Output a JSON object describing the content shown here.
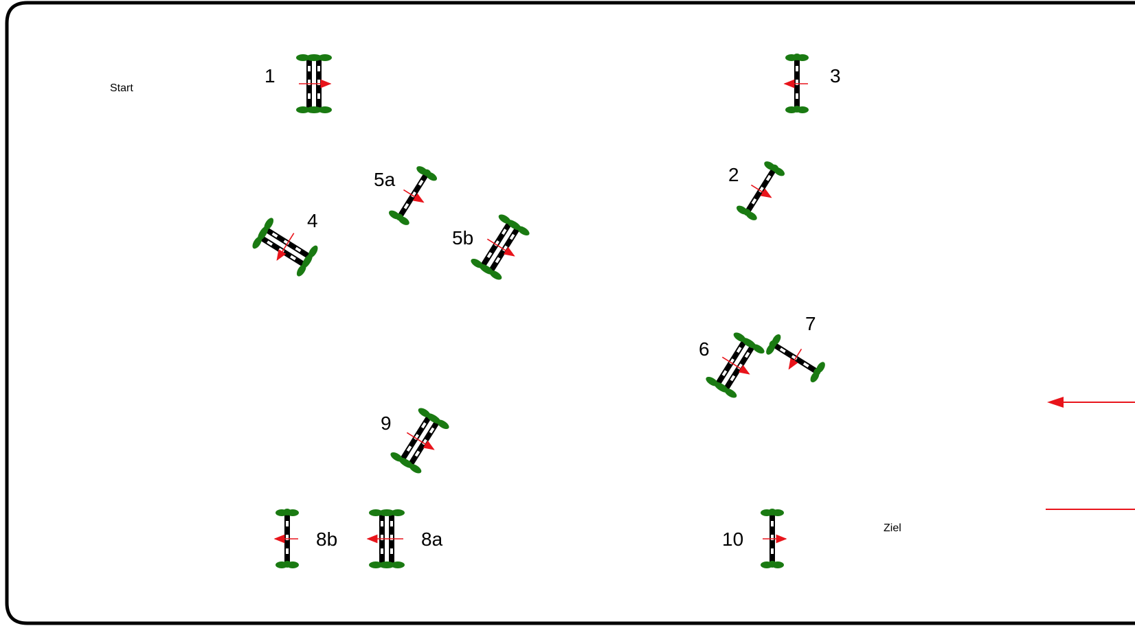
{
  "course": {
    "start_label": "Start",
    "finish_label": "Ziel",
    "colors": {
      "pole": "#000000",
      "pole_stripe": "#ffffff",
      "wing": "#1a7a12",
      "arrow": "#e8141b",
      "border": "#000000"
    },
    "obstacles": [
      {
        "number": "1",
        "type": "oxer",
        "direction": "right"
      },
      {
        "number": "2",
        "type": "vertical",
        "direction": "down-right"
      },
      {
        "number": "3",
        "type": "vertical",
        "direction": "left"
      },
      {
        "number": "4",
        "type": "oxer",
        "direction": "down-left"
      },
      {
        "number": "5a",
        "type": "vertical",
        "direction": "down-right"
      },
      {
        "number": "5b",
        "type": "oxer",
        "direction": "down-right"
      },
      {
        "number": "6",
        "type": "oxer",
        "direction": "down-right"
      },
      {
        "number": "7",
        "type": "vertical",
        "direction": "down-left"
      },
      {
        "number": "8a",
        "type": "oxer",
        "direction": "left"
      },
      {
        "number": "8b",
        "type": "vertical",
        "direction": "left"
      },
      {
        "number": "9",
        "type": "oxer",
        "direction": "down-right"
      },
      {
        "number": "10",
        "type": "vertical",
        "direction": "right"
      }
    ]
  }
}
